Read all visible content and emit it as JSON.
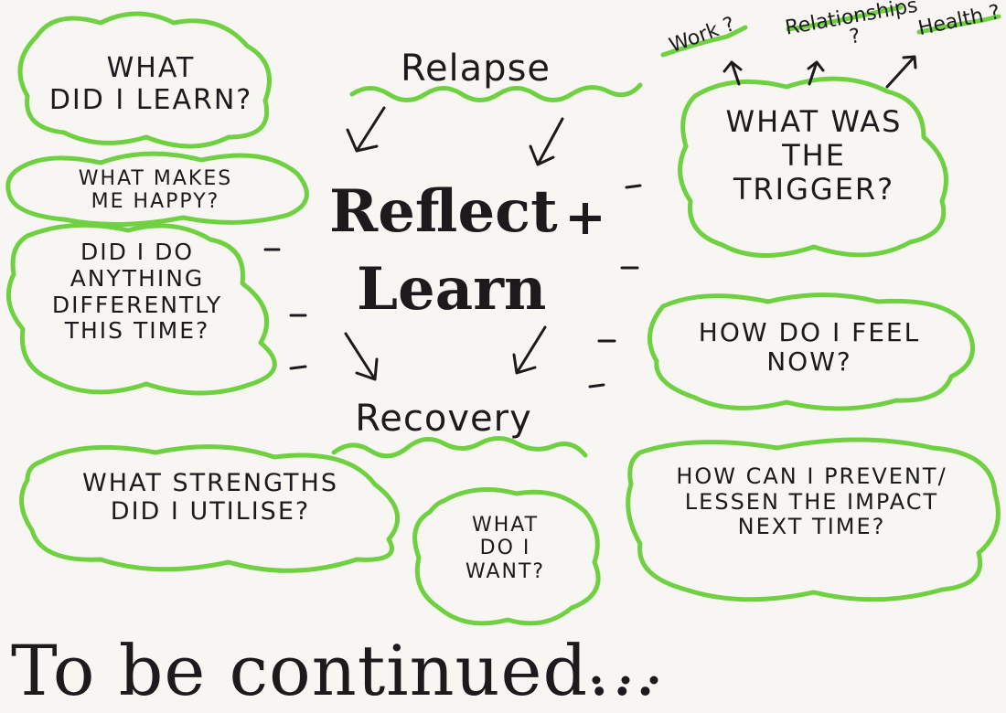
{
  "center": {
    "line1": "Reflect",
    "line2": "Learn",
    "plus": "+"
  },
  "stages": {
    "top": "Relapse",
    "bottom": "Recovery"
  },
  "triggers": {
    "work": "Work ?",
    "relationships": "Relationships ?",
    "health": "Health ?"
  },
  "questions": {
    "learn": "WHAT\nDID I LEARN?",
    "happy": "WHAT MAKES\nME HAPPY?",
    "differently": "DID I DO\nANYTHING\nDIFFERENTLY\nTHIS TIME?",
    "strengths": "WHAT STRENGTHS\nDID I UTILISE?",
    "want": "WHAT\nDO I\nWANT?",
    "trigger": "WHAT WAS\nTHE\nTRIGGER?",
    "feel": "HOW DO I FEEL\nNOW?",
    "prevent": "HOW CAN I PREVENT/\nLESSEN THE IMPACT\nNEXT TIME?"
  },
  "footer": "To be continued...",
  "colors": {
    "ink": "#1c1a1c",
    "highlight": "#6fd142",
    "paper": "#f7f6f2"
  }
}
